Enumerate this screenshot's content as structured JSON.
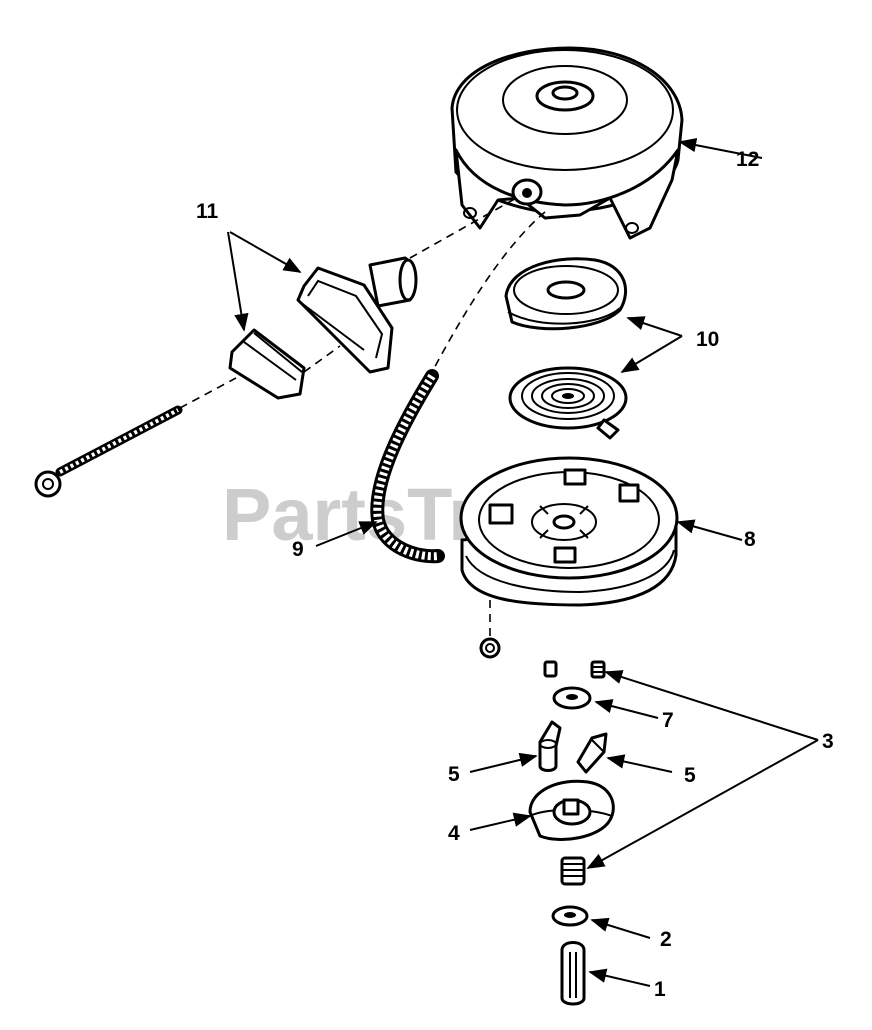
{
  "watermark": "PartsTree",
  "callouts": {
    "c1": "1",
    "c2": "2",
    "c3": "3",
    "c4": "4",
    "c5a": "5",
    "c5b": "5",
    "c7": "7",
    "c8": "8",
    "c9": "9",
    "c10": "10",
    "c11": "11",
    "c12": "12"
  }
}
